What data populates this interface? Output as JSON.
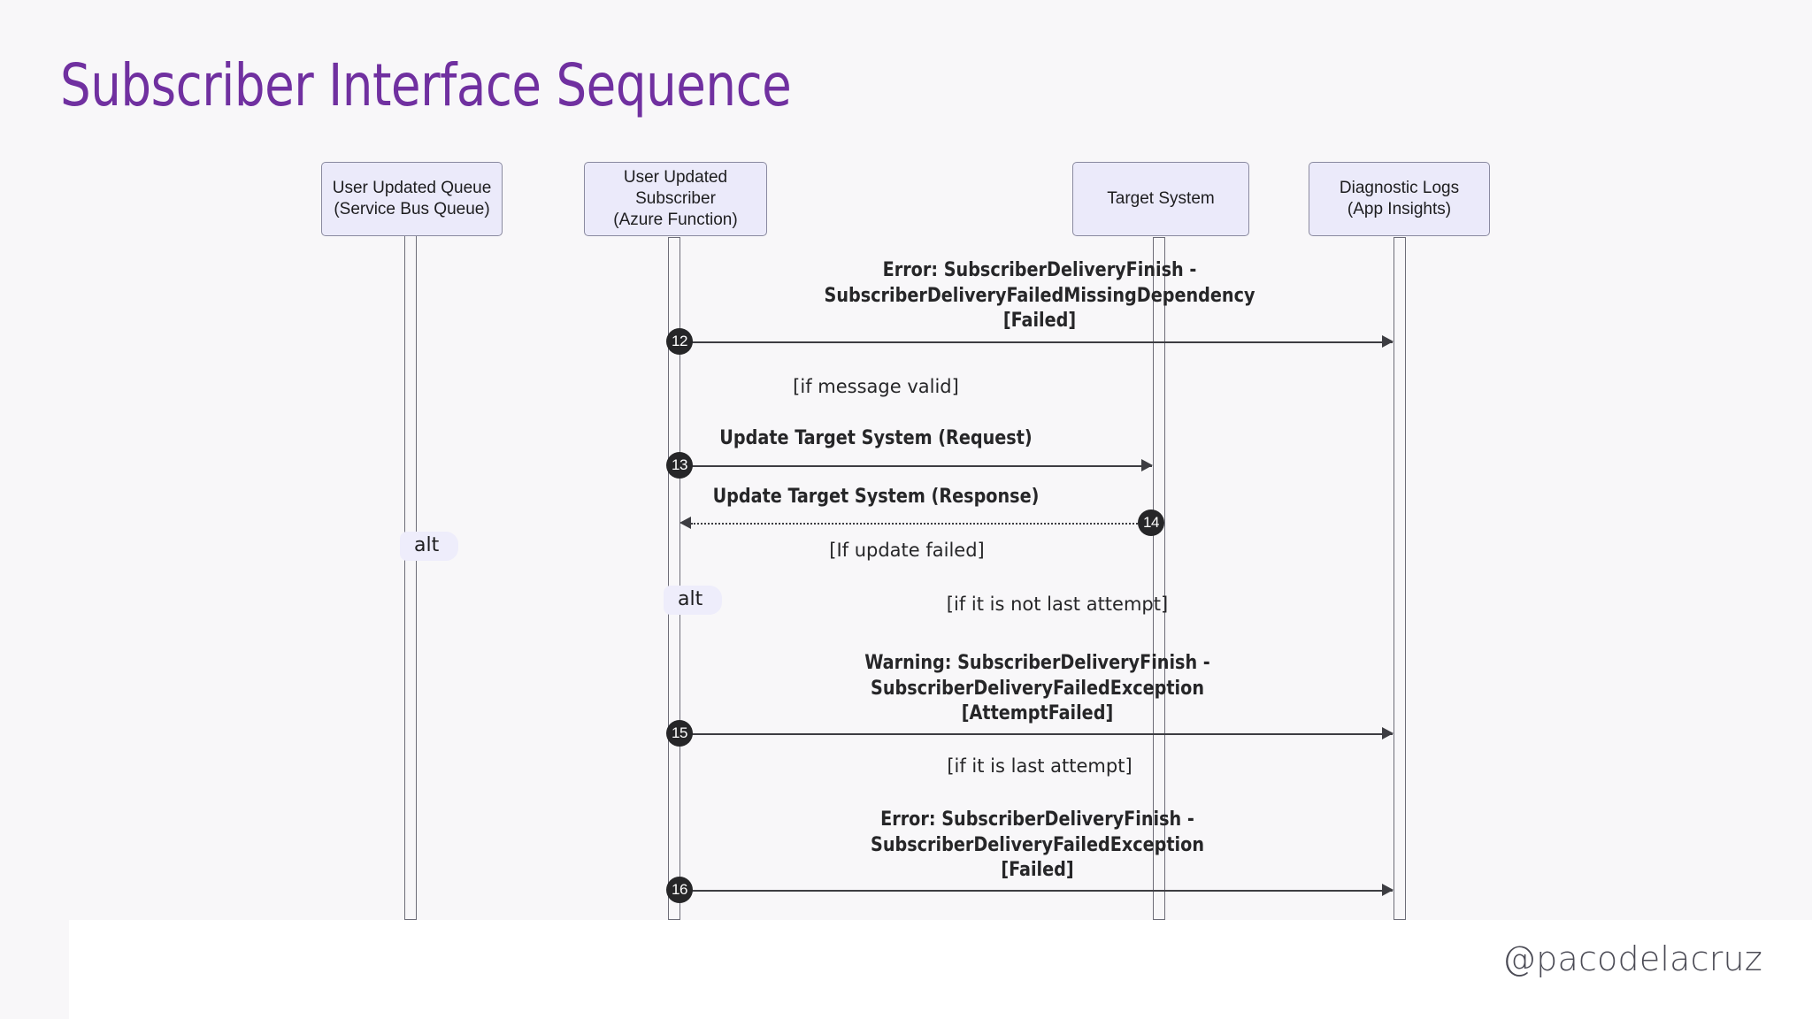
{
  "slide": {
    "title": "Subscriber Interface Sequence",
    "handle": "@pacodelacruz",
    "accent_color": "#7030a0",
    "canvas_bg": "#f8f7f9",
    "footer_bg": "#ffffff"
  },
  "diagram": {
    "type": "uml-sequence-diagram",
    "participants": [
      {
        "id": "queue",
        "line1": "User Updated Queue",
        "line2": "(Service Bus Queue)"
      },
      {
        "id": "subscriber",
        "line1": "User Updated Subscriber",
        "line2": "(Azure Function)"
      },
      {
        "id": "target",
        "line1": "Target System",
        "line2": ""
      },
      {
        "id": "logs",
        "line1": "Diagnostic Logs",
        "line2": "(App Insights)"
      }
    ],
    "fragments": [
      {
        "id": "alt-outer",
        "label": "alt"
      },
      {
        "id": "alt-inner",
        "label": "alt"
      }
    ],
    "guards": [
      {
        "id": "g-valid",
        "text": "[if message valid]"
      },
      {
        "id": "g-failed",
        "text": "[If update failed]"
      },
      {
        "id": "g-not-last",
        "text": "[if it is not last attempt]"
      },
      {
        "id": "g-last",
        "text": "[if it is last attempt]"
      }
    ],
    "messages": [
      {
        "number": "12",
        "from": "subscriber",
        "to": "logs",
        "kind": "solid",
        "label": "Error: SubscriberDeliveryFinish -\nSubscriberDeliveryFailedMissingDependency\n[Failed]"
      },
      {
        "number": "13",
        "from": "subscriber",
        "to": "target",
        "kind": "solid",
        "label": "Update Target System (Request)"
      },
      {
        "number": "14",
        "from": "target",
        "to": "subscriber",
        "kind": "dotted",
        "label": "Update Target System (Response)"
      },
      {
        "number": "15",
        "from": "subscriber",
        "to": "logs",
        "kind": "solid",
        "label": "Warning: SubscriberDeliveryFinish -\nSubscriberDeliveryFailedException\n[AttemptFailed]"
      },
      {
        "number": "16",
        "from": "subscriber",
        "to": "logs",
        "kind": "solid",
        "label": "Error: SubscriberDeliveryFinish -\nSubscriberDeliveryFailedException\n[Failed]"
      }
    ]
  }
}
